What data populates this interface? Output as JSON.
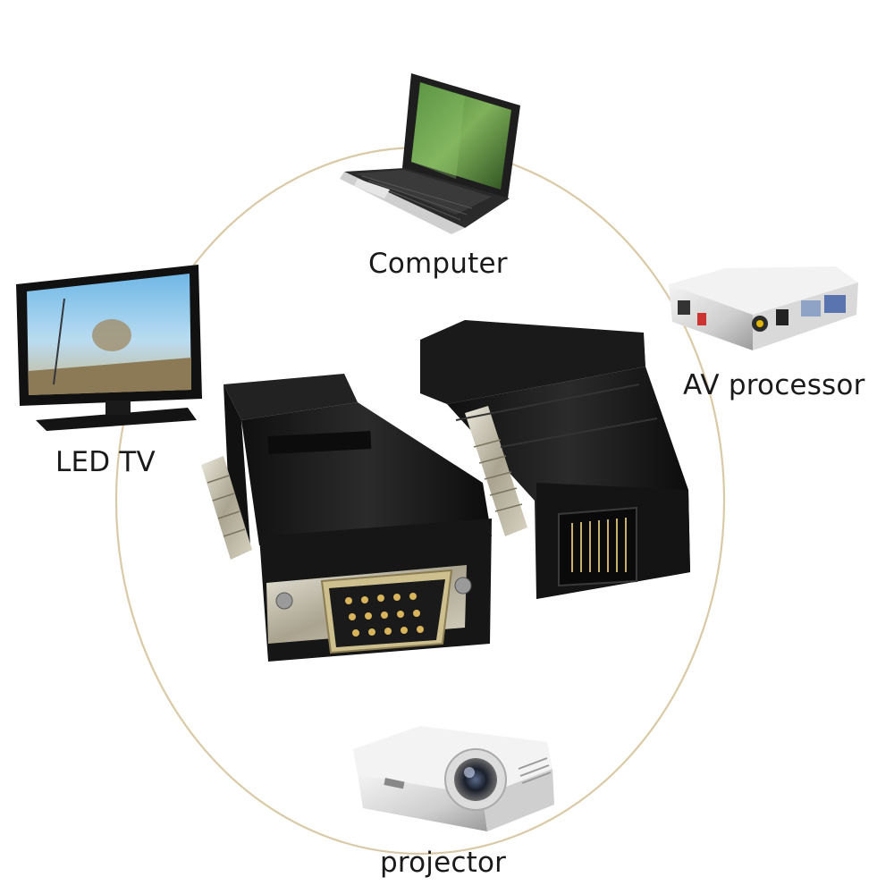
{
  "labels": {
    "computer": "Computer",
    "av_processor": "AV processor",
    "led_tv": "LED TV",
    "projector": "projector"
  },
  "colors": {
    "ring": "#d9c9a6",
    "adapter_body": "#1c1c1c",
    "text": "#1a1a1a"
  },
  "icons": [
    "laptop-icon",
    "led-tv-icon",
    "av-processor-icon",
    "projector-icon",
    "vga-male-adapter",
    "rj45-female-adapter"
  ]
}
